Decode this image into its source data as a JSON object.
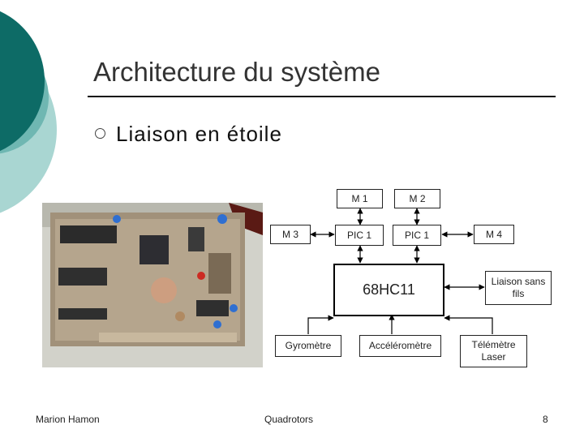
{
  "slide": {
    "title": "Architecture du système",
    "bullet": "Liaison en étoile",
    "page_number": "8"
  },
  "footer": {
    "author": "Marion Hamon",
    "project": "Quadrotors"
  },
  "diagram": {
    "m1": "M 1",
    "m2": "M 2",
    "m3": "M 3",
    "m4": "M 4",
    "pic1_left": "PIC 1",
    "pic1_right": "PIC 1",
    "mcu": "68HC11",
    "wireless": "Liaison sans fils",
    "gyro": "Gyromètre",
    "accel": "Accéléromètre",
    "laser": "Télémètre Laser"
  },
  "colors": {
    "deco_dark": "#0d6b66",
    "deco_light": "#6fb7b2",
    "deco_pale": "#a9d6d2"
  }
}
